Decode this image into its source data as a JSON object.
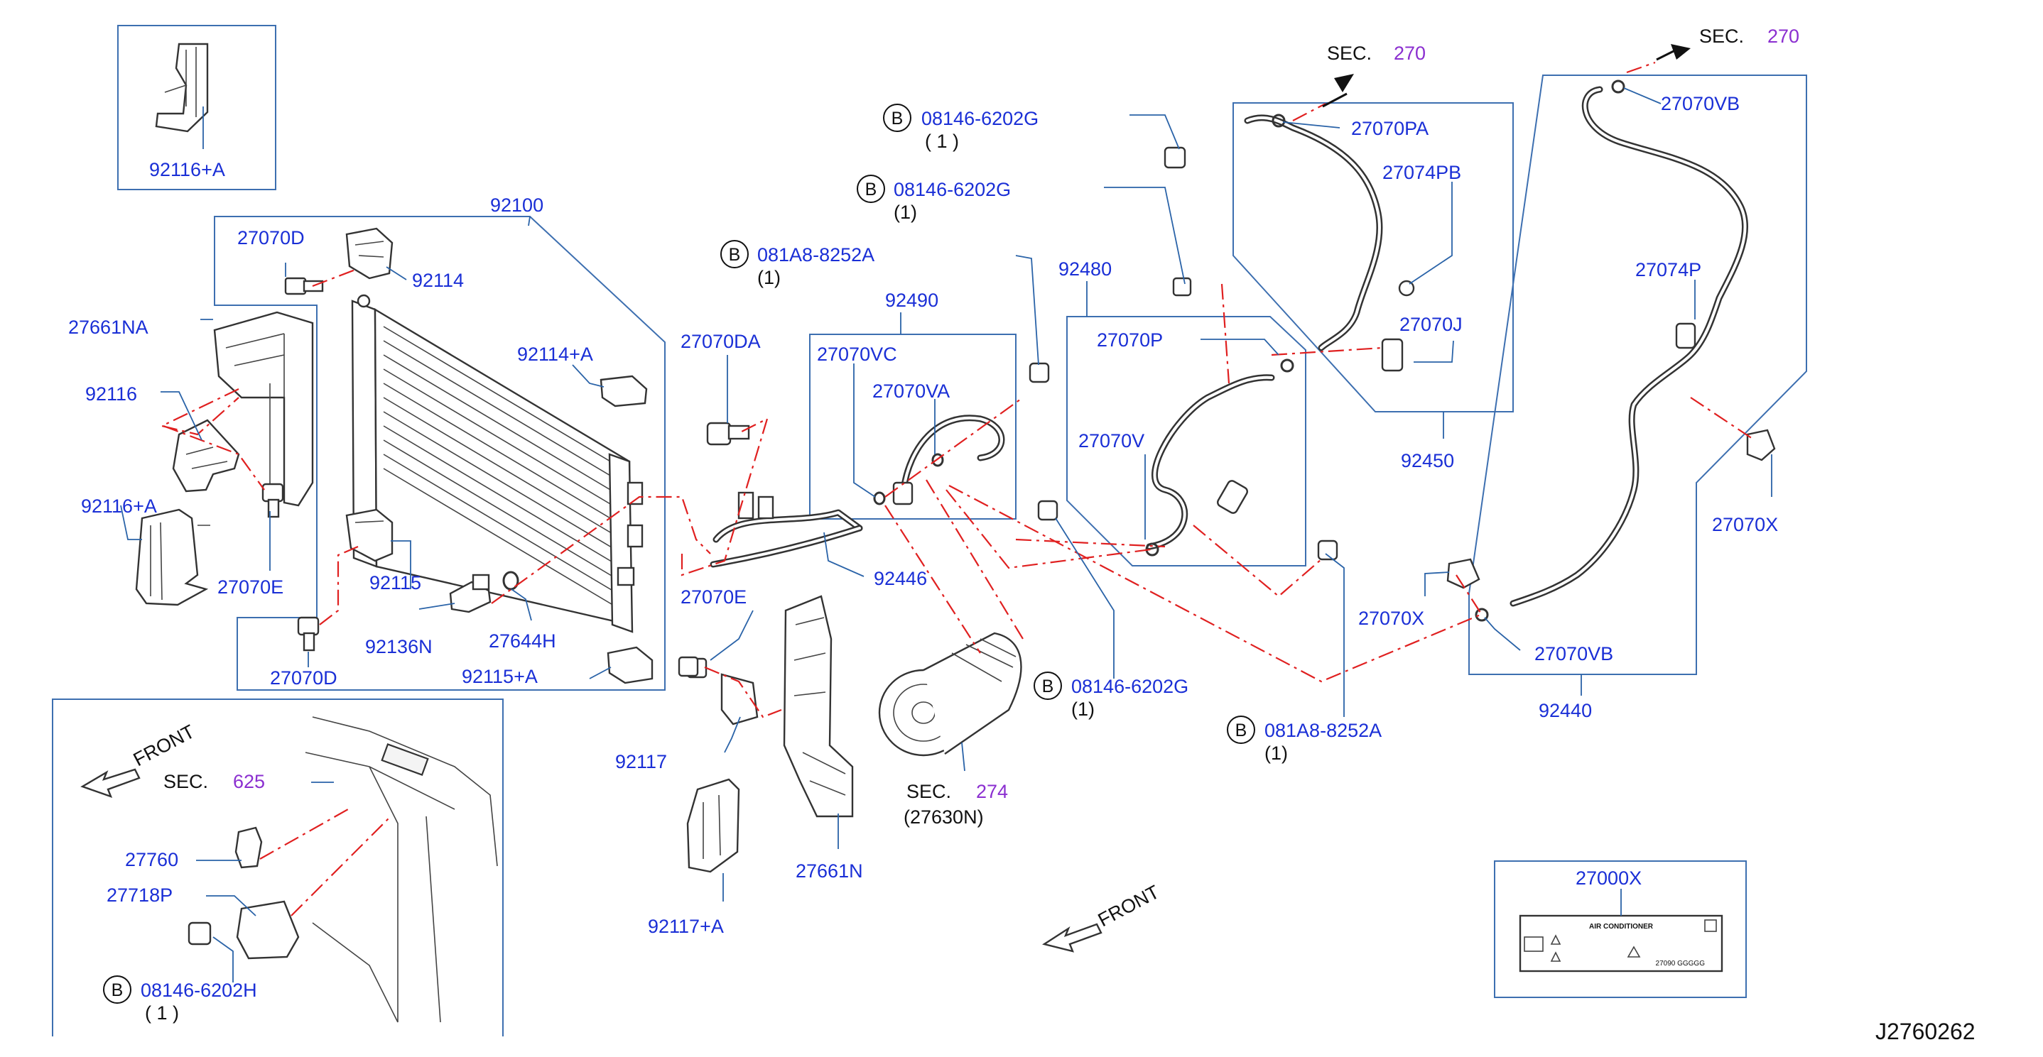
{
  "diagram": {
    "code": "J2760262",
    "front_labels": [
      "FRONT",
      "FRONT"
    ],
    "sec_labels": [
      {
        "prefix": "SEC.",
        "num": "270"
      },
      {
        "prefix": "SEC.",
        "num": "270"
      },
      {
        "prefix": "SEC.",
        "num": "625"
      },
      {
        "prefix": "SEC.",
        "num": "274"
      }
    ],
    "sub_label_27630n": "(27630N)",
    "bolt_symbol": "B",
    "bolts": [
      {
        "part": "08146-6202G",
        "qty": "( 1 )"
      },
      {
        "part": "08146-6202G",
        "qty": "(1)"
      },
      {
        "part": "081A8-8252A",
        "qty": "(1)"
      },
      {
        "part": "08146-6202G",
        "qty": "(1)"
      },
      {
        "part": "081A8-8252A",
        "qty": "(1)"
      },
      {
        "part": "08146-6202H",
        "qty": "( 1 )"
      }
    ],
    "parts": {
      "p92116a_top": "92116+A",
      "p92100": "92100",
      "p27070d_top": "27070D",
      "p92114": "92114",
      "p27661na": "27661NA",
      "p92116": "92116",
      "p92116a_mid": "92116+A",
      "p27070e_left": "27070E",
      "p92114a": "92114+A",
      "p92115": "92115",
      "p92136n": "92136N",
      "p27644h": "27644H",
      "p27070d_bot": "27070D",
      "p92115a": "92115+A",
      "p27070da": "27070DA",
      "p92490": "92490",
      "p27070vc": "27070VC",
      "p27070va": "27070VA",
      "p92446": "92446",
      "p27070e_mid": "27070E",
      "p92117": "92117",
      "p92117a": "92117+A",
      "p27661n": "27661N",
      "p92480": "92480",
      "p27070p": "27070P",
      "p27070v": "27070V",
      "p27070pa": "27070PA",
      "p27074pb": "27074PB",
      "p27070j": "27070J",
      "p92450": "92450",
      "p27070vb_top": "27070VB",
      "p27074p": "27074P",
      "p27070x_right": "27070X",
      "p27070x_mid": "27070X",
      "p27070vb_bot": "27070VB",
      "p92440": "92440",
      "p27760": "27760",
      "p27718p": "27718P",
      "p27000x": "27000X"
    },
    "label_sticker": {
      "title": "AIR CONDITIONER",
      "code": "27090 GGGGG"
    }
  }
}
